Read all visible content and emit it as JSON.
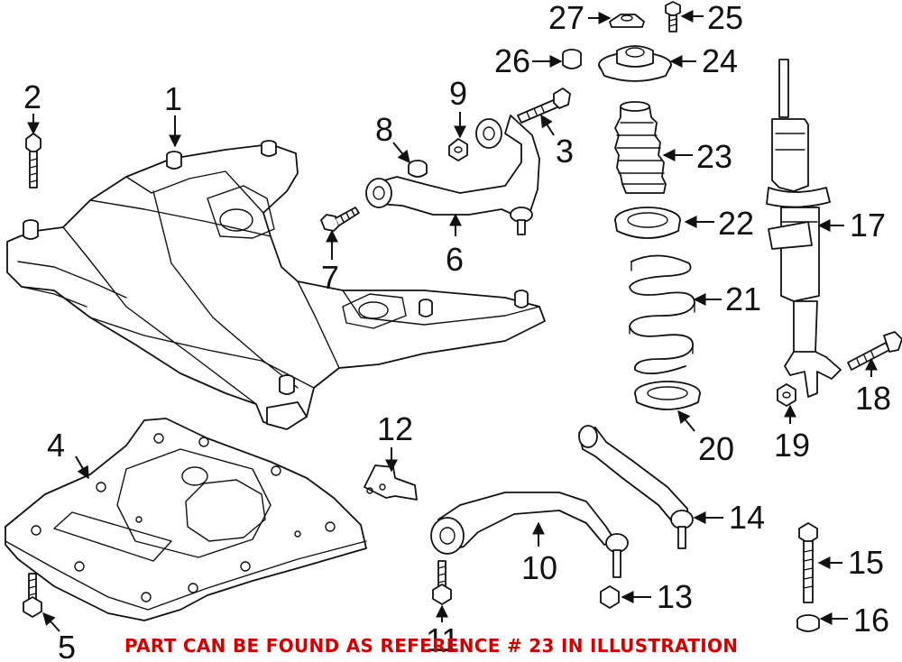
{
  "callouts": [
    "1",
    "2",
    "3",
    "4",
    "5",
    "6",
    "7",
    "8",
    "9",
    "10",
    "11",
    "12",
    "13",
    "14",
    "15",
    "16",
    "17",
    "18",
    "19",
    "20",
    "21",
    "22",
    "23",
    "24",
    "25",
    "26",
    "27"
  ],
  "note": "PART CAN BE FOUND AS REFERENCE # 23 IN ILLUSTRATION",
  "colors": {
    "note": "#d40000",
    "lines": "#111111",
    "background": "#ffffff"
  }
}
